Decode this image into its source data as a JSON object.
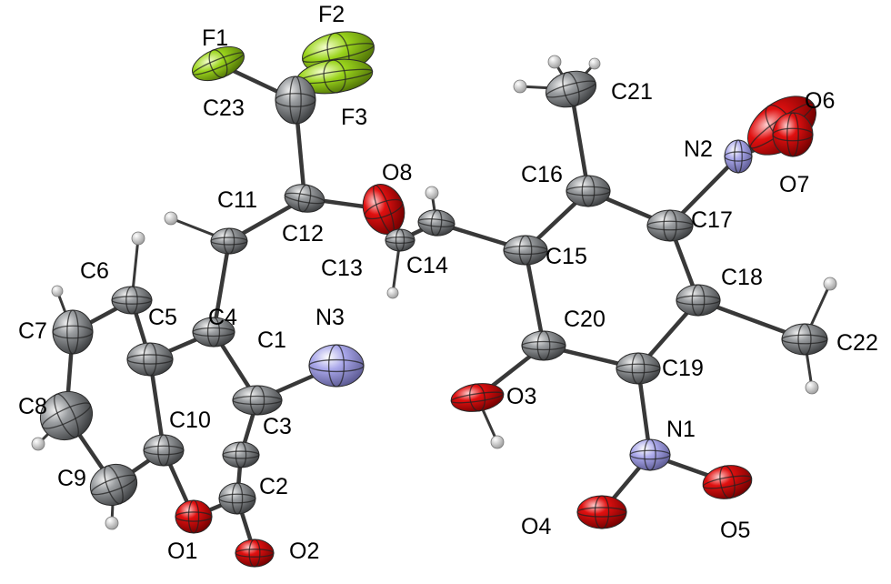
{
  "atoms": [
    {
      "id": "F1",
      "label": "F1",
      "element": "F"
    },
    {
      "id": "F2",
      "label": "F2",
      "element": "F"
    },
    {
      "id": "F3",
      "label": "F3",
      "element": "F"
    },
    {
      "id": "C23",
      "label": "C23",
      "element": "C"
    },
    {
      "id": "C11",
      "label": "C11",
      "element": "C"
    },
    {
      "id": "C12",
      "label": "C12",
      "element": "C"
    },
    {
      "id": "O8",
      "label": "O8",
      "element": "O"
    },
    {
      "id": "C13",
      "label": "C13",
      "element": "C"
    },
    {
      "id": "C14",
      "label": "C14",
      "element": "C"
    },
    {
      "id": "C6",
      "label": "C6",
      "element": "C"
    },
    {
      "id": "C7",
      "label": "C7",
      "element": "C"
    },
    {
      "id": "C5",
      "label": "C5",
      "element": "C"
    },
    {
      "id": "C4",
      "label": "C4",
      "element": "C"
    },
    {
      "id": "C1",
      "label": "C1",
      "element": "C"
    },
    {
      "id": "N3",
      "label": "N3",
      "element": "N"
    },
    {
      "id": "C8",
      "label": "C8",
      "element": "C"
    },
    {
      "id": "C10",
      "label": "C10",
      "element": "C"
    },
    {
      "id": "C3",
      "label": "C3",
      "element": "C"
    },
    {
      "id": "C9",
      "label": "C9",
      "element": "C"
    },
    {
      "id": "C2",
      "label": "C2",
      "element": "C"
    },
    {
      "id": "O1",
      "label": "O1",
      "element": "O"
    },
    {
      "id": "O2",
      "label": "O2",
      "element": "O"
    },
    {
      "id": "C21",
      "label": "C21",
      "element": "C"
    },
    {
      "id": "O6",
      "label": "O6",
      "element": "O"
    },
    {
      "id": "N2",
      "label": "N2",
      "element": "N"
    },
    {
      "id": "O7",
      "label": "O7",
      "element": "O"
    },
    {
      "id": "C16",
      "label": "C16",
      "element": "C"
    },
    {
      "id": "C17",
      "label": "C17",
      "element": "C"
    },
    {
      "id": "C15",
      "label": "C15",
      "element": "C"
    },
    {
      "id": "C18",
      "label": "C18",
      "element": "C"
    },
    {
      "id": "C20",
      "label": "C20",
      "element": "C"
    },
    {
      "id": "C19",
      "label": "C19",
      "element": "C"
    },
    {
      "id": "C22",
      "label": "C22",
      "element": "C"
    },
    {
      "id": "O3",
      "label": "O3",
      "element": "O"
    },
    {
      "id": "N1",
      "label": "N1",
      "element": "N"
    },
    {
      "id": "O4",
      "label": "O4",
      "element": "O"
    },
    {
      "id": "O5",
      "label": "O5",
      "element": "O"
    }
  ],
  "bonds": [
    [
      "F1",
      "C23"
    ],
    [
      "F2",
      "C23"
    ],
    [
      "F3",
      "C23"
    ],
    [
      "C23",
      "C12"
    ],
    [
      "C12",
      "C11"
    ],
    [
      "C12",
      "O8"
    ],
    [
      "O8",
      "C13"
    ],
    [
      "C13",
      "C14"
    ],
    [
      "C14",
      "C15"
    ],
    [
      "C11",
      "C4"
    ],
    [
      "C4",
      "C5"
    ],
    [
      "C4",
      "C1"
    ],
    [
      "C1",
      "C3"
    ],
    [
      "C1",
      "N3"
    ],
    [
      "C5",
      "C6"
    ],
    [
      "C6",
      "C7"
    ],
    [
      "C7",
      "C8"
    ],
    [
      "C8",
      "C9"
    ],
    [
      "C9",
      "C10"
    ],
    [
      "C10",
      "C5"
    ],
    [
      "C10",
      "O1"
    ],
    [
      "O1",
      "C2"
    ],
    [
      "C2",
      "C3"
    ],
    [
      "C2",
      "O2"
    ],
    [
      "C15",
      "C16"
    ],
    [
      "C16",
      "C17"
    ],
    [
      "C17",
      "C18"
    ],
    [
      "C18",
      "C19"
    ],
    [
      "C19",
      "C20"
    ],
    [
      "C20",
      "C15"
    ],
    [
      "C16",
      "C21"
    ],
    [
      "C17",
      "N2"
    ],
    [
      "N2",
      "O6"
    ],
    [
      "N2",
      "O7"
    ],
    [
      "C18",
      "C22"
    ],
    [
      "C20",
      "O3"
    ],
    [
      "C19",
      "N1"
    ],
    [
      "N1",
      "O4"
    ],
    [
      "N1",
      "O5"
    ]
  ],
  "colors": {
    "C": "#8a8d90",
    "O": "#e01010",
    "N": "#9a98e0",
    "F": "#96d01a",
    "H": "#c8c8c8",
    "bond": "#383838",
    "label": "#000000"
  }
}
